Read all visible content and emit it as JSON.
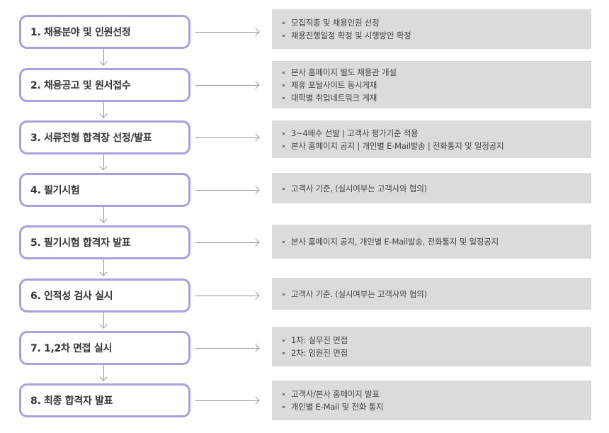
{
  "steps": [
    {
      "title": "1. 채용분야 및 인원선정",
      "details": [
        "모집직종 및 채용인원 선정",
        "채용진행일정 확정 및 시행방안 확정"
      ]
    },
    {
      "title": "2. 채용공고 및 원서접수",
      "details": [
        "본사 홈페이지 별도 채용관 개설",
        "제휴 포털사이트 동시게재",
        "대학별 취업네트워크 게재"
      ]
    },
    {
      "title": "3. 서류전형 합격장 선정/발표",
      "details": [
        "3~4배수 선발 | 고객사 평가기준 적용",
        "본사 홈페이지 공지 | 개인별 E-Mail발송 | 전화통지 및 일정공지"
      ]
    },
    {
      "title": "4. 필기시험",
      "details": [
        "고객사 기준, (실시여부는 고객사와 협의)"
      ]
    },
    {
      "title": "5. 필기시험 합격자 발표",
      "details": [
        "본사 홈페이지 공지, 개인별 E-Mail발송, 전화통지 및 일정공지"
      ]
    },
    {
      "title": "6. 인적성 검사 실시",
      "details": [
        "고객사 기준. (실시여부는 고객사와 협의)"
      ]
    },
    {
      "title": "7. 1,2차 면접 실시",
      "details": [
        "1차: 실무진 면접",
        "2차: 임원진 면접"
      ]
    },
    {
      "title": "8. 최종 합격자 발표",
      "details": [
        "고객사/본사 홈페이지 발표",
        "개인별 E-Mail 및 전화 통지"
      ]
    }
  ],
  "colors": {
    "step_border": "#aa9fdf",
    "detail_bg": "#dbdbdb",
    "arrow": "#999999"
  }
}
